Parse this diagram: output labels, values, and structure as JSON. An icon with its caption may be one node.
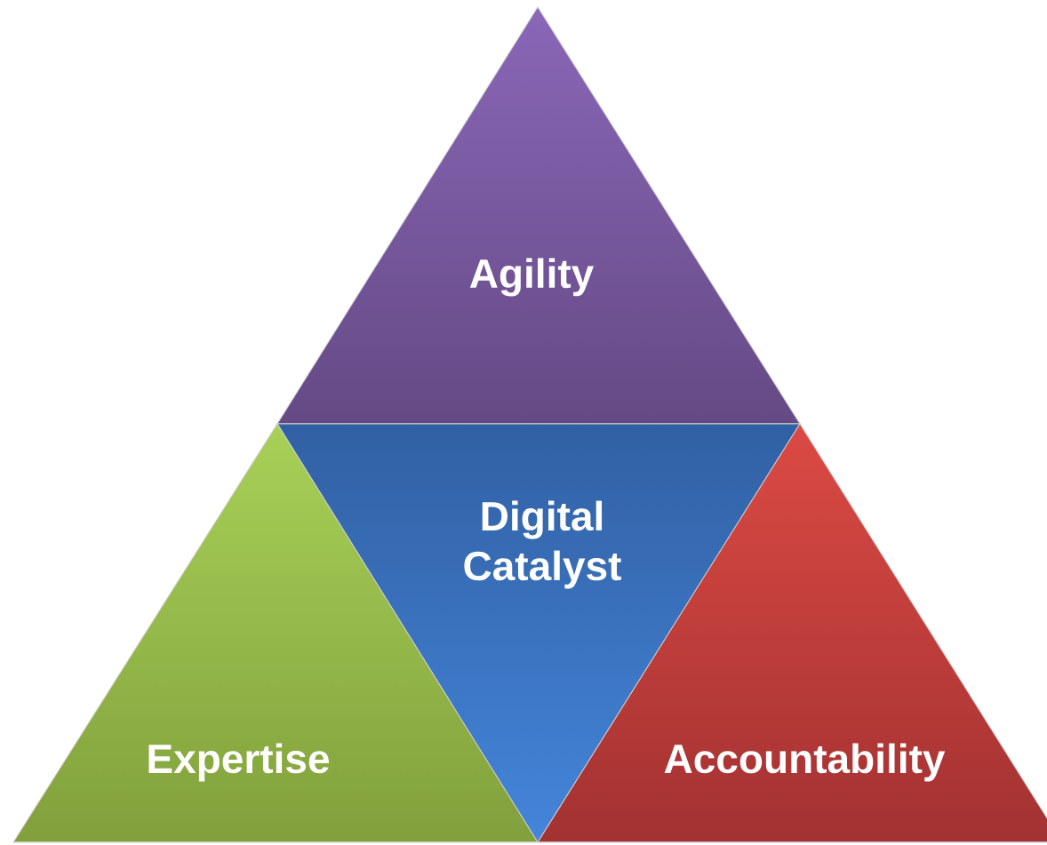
{
  "diagram": {
    "nodes": [
      {
        "text": [
          "Agility"
        ]
      },
      {
        "text": [
          "Digital Catalyst"
        ]
      },
      {
        "text": [
          "Expertise"
        ]
      },
      {
        "text": [
          "Accountability"
        ]
      }
    ]
  }
}
